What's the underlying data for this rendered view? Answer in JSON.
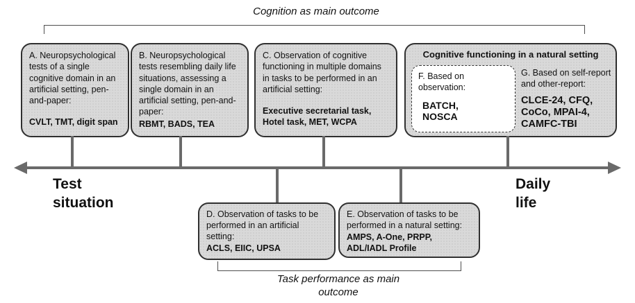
{
  "brackets": {
    "top_label": "Cognition as main outcome",
    "bottom_label": "Task performance as main\noutcome"
  },
  "axis": {
    "left_label": "Test\nsituation",
    "right_label": "Daily\nlife"
  },
  "boxes": {
    "a": {
      "description": "A. Neuropsychological tests of a single cognitive domain in an artificial setting, pen-and-paper:",
      "instruments": "CVLT, TMT, digit span"
    },
    "b": {
      "description": "B. Neuropsychological tests resembling daily life situations, assessing a single domain in an artificial setting, pen-and-paper:",
      "instruments": "RBMT, BADS, TEA"
    },
    "c": {
      "description": "C. Observation of cognitive functioning in multiple domains in tasks to be performed in an artificial setting:",
      "instruments": "Executive secretarial task,\nHotel task, MET, WCPA"
    },
    "d": {
      "description": "D. Observation of tasks to be performed in an artificial setting:",
      "instruments": "ACLS, EIIC, UPSA"
    },
    "e": {
      "description": "E. Observation of tasks to be performed in a natural setting:",
      "instruments": "AMPS, A-One, PRPP,\nADL/IADL Profile"
    },
    "natural_setting": {
      "header": "Cognitive functioning in a natural setting",
      "f": {
        "description": "F. Based on observation:",
        "instruments": "BATCH,\nNOSCA"
      },
      "g": {
        "description": "G. Based on self-report and other-report:",
        "instruments": "CLCE-24, CFQ,\nCoCo, MPAI-4,\nCAMFC-TBI"
      }
    }
  },
  "colors": {
    "box_fill": "#d9d9d9",
    "box_border": "#2f2f2f",
    "axis_line": "#6a6a6a",
    "bracket_line": "#4d4d4d"
  }
}
